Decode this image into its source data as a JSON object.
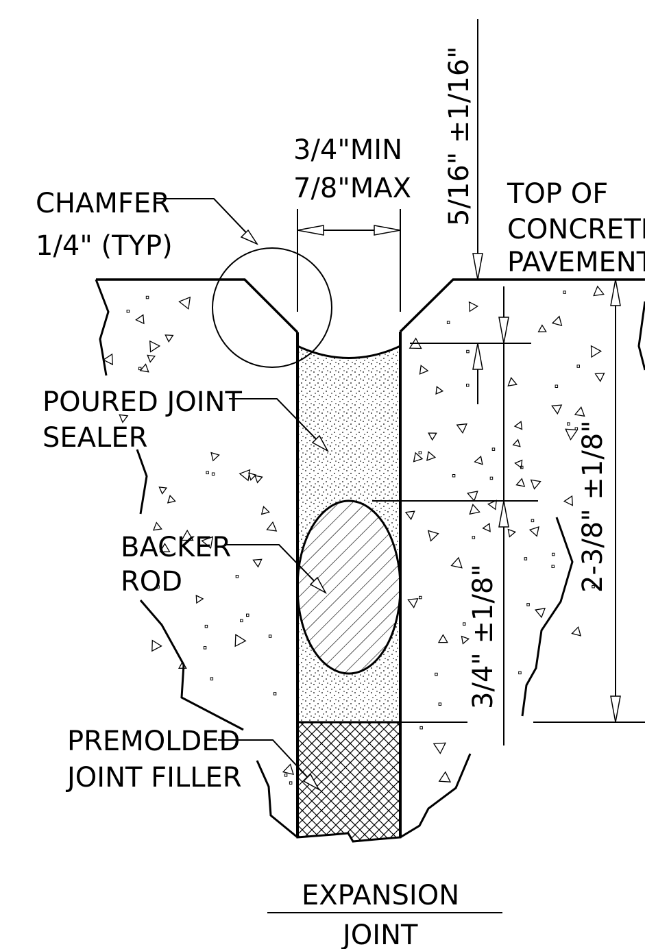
{
  "labels": {
    "chamfer_1": "CHAMFER",
    "chamfer_2": "1/4\" (TYP)",
    "width_min": "3/4\"MIN",
    "width_max": "7/8\"MAX",
    "recess": "5/16\" ±1/16\"",
    "top_1": "TOP OF",
    "top_2": "CONCRETE",
    "top_3": "PAVEMENT",
    "sealer_1": "POURED JOINT",
    "sealer_2": "SEALER",
    "backer_1": "BACKER",
    "backer_2": "ROD",
    "sealer_depth": "3/4\" ±1/8\"",
    "total_depth": "2-3/8\" ±1/8\"",
    "filler_1": "PREMOLDED",
    "filler_2": "JOINT FILLER",
    "title_1": "EXPANSION",
    "title_2": "JOINT"
  }
}
